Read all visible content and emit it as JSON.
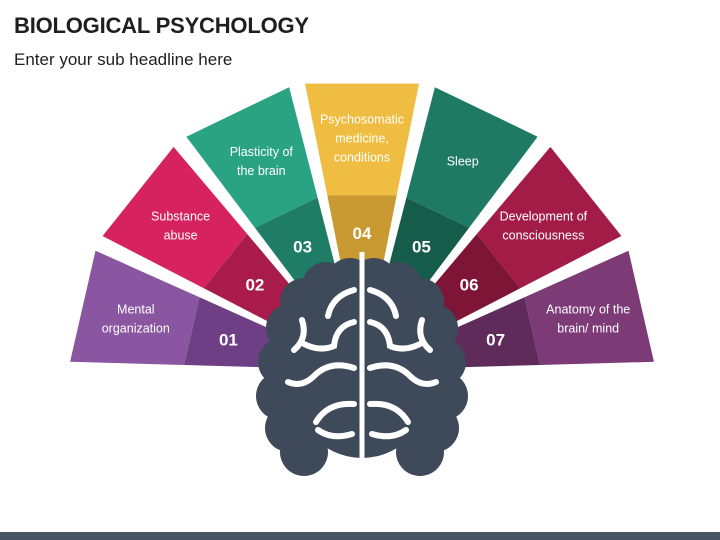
{
  "title": "BIOLOGICAL PSYCHOLOGY",
  "subtitle": "Enter your sub headline here",
  "segments": [
    {
      "number": "01",
      "lines": [
        "Mental",
        "organization"
      ],
      "color": "#8a55a1",
      "dark": "#6e3f85"
    },
    {
      "number": "02",
      "lines": [
        "Substance",
        "abuse"
      ],
      "color": "#d6235f",
      "dark": "#a91b4a"
    },
    {
      "number": "03",
      "lines": [
        "Plasticity of",
        "the brain"
      ],
      "color": "#2aa383",
      "dark": "#1f7d66"
    },
    {
      "number": "04",
      "lines": [
        "Psychosomatic",
        "medicine,",
        "conditions"
      ],
      "color": "#efbd41",
      "dark": "#c99a31"
    },
    {
      "number": "05",
      "lines": [
        "Sleep"
      ],
      "color": "#1e7a63",
      "dark": "#165c4b"
    },
    {
      "number": "06",
      "lines": [
        "Development of",
        "consciousness"
      ],
      "color": "#a31c47",
      "dark": "#7e1536"
    },
    {
      "number": "07",
      "lines": [
        "Anatomy of the",
        "brain/ mind"
      ],
      "color": "#7c3a76",
      "dark": "#5e2b5a"
    }
  ],
  "brain_icon": "brain-icon",
  "brain_color": "#3e4a5a"
}
